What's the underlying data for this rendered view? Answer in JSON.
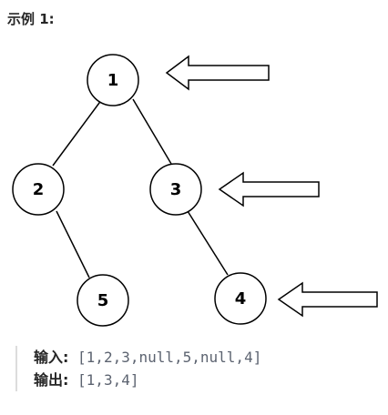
{
  "heading": "示例 1:",
  "tree": {
    "nodes": [
      {
        "id": "n1",
        "label": "1"
      },
      {
        "id": "n2",
        "label": "2"
      },
      {
        "id": "n3",
        "label": "3"
      },
      {
        "id": "n5",
        "label": "5"
      },
      {
        "id": "n4",
        "label": "4"
      }
    ],
    "edges": [
      [
        "1",
        "2"
      ],
      [
        "1",
        "3"
      ],
      [
        "2",
        "5"
      ],
      [
        "3",
        "4"
      ]
    ],
    "arrows_point_to": [
      "1",
      "3",
      "4"
    ]
  },
  "example": {
    "input_label": "输入:",
    "input_value": " [1,2,3,null,5,null,4]",
    "output_label": "输出:",
    "output_value": " [1,3,4]"
  }
}
